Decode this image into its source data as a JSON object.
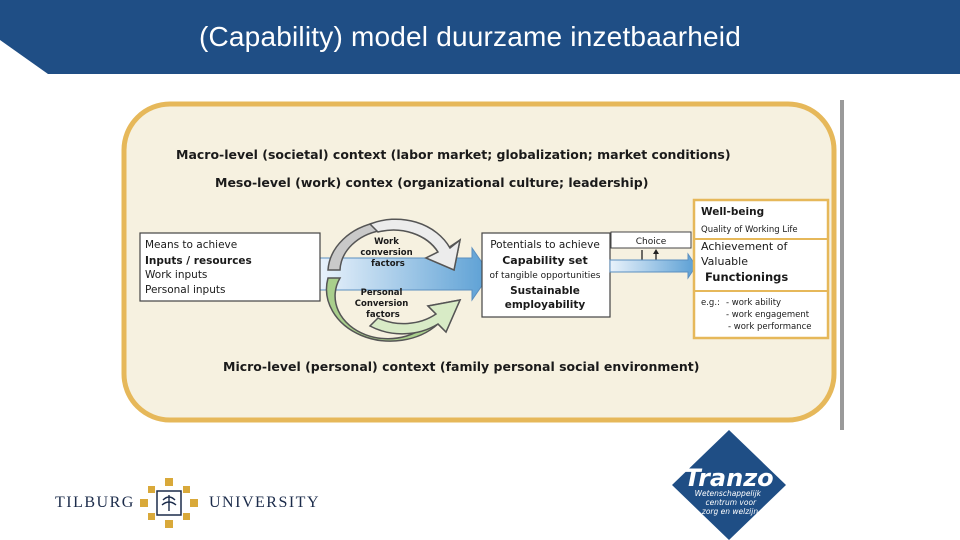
{
  "slide": {
    "title": "(Capability) model duurzame inzetbaarheid",
    "header_color": "#1f4e85",
    "panel_fill": "#f6f1e0",
    "panel_border": "#e6b85a"
  },
  "diagram": {
    "macro": "Macro-level (societal) context (labor market; globalization; market conditions)",
    "meso": "Meso-level (work) contex (organizational culture; leadership)",
    "micro": "Micro-level (personal) context (family personal social environment)",
    "means": [
      "Means to achieve",
      "Inputs / resources",
      "Work inputs",
      "Personal inputs"
    ],
    "work_conversion": [
      "Work",
      "conversion",
      "factors"
    ],
    "personal_conversion": [
      "Personal",
      "Conversion",
      "factors"
    ],
    "potentials": [
      "Potentials to achieve",
      "Capability set",
      "of tangible opportunities",
      "Sustainable",
      "employability"
    ],
    "choice": "Choice",
    "wellbeing": [
      "Well-being",
      "Quality of Working Life"
    ],
    "achievement": [
      "Achievement of",
      "Valuable",
      "Functionings"
    ],
    "examples": [
      "e.g.:",
      "- work ability",
      "- work engagement",
      "- work performance"
    ]
  },
  "logos": {
    "tilburg_left": "TILBURG",
    "tilburg_right": "UNIVERSITY",
    "tranzo_name": "Tranzo",
    "tranzo_sub": [
      "Wetenschappelijk",
      "centrum voor",
      "zorg en welzijn"
    ],
    "tilburg_gold": "#d9a93a",
    "tilburg_navy": "#1b2b4a",
    "tranzo_blue": "#1f4e85"
  }
}
